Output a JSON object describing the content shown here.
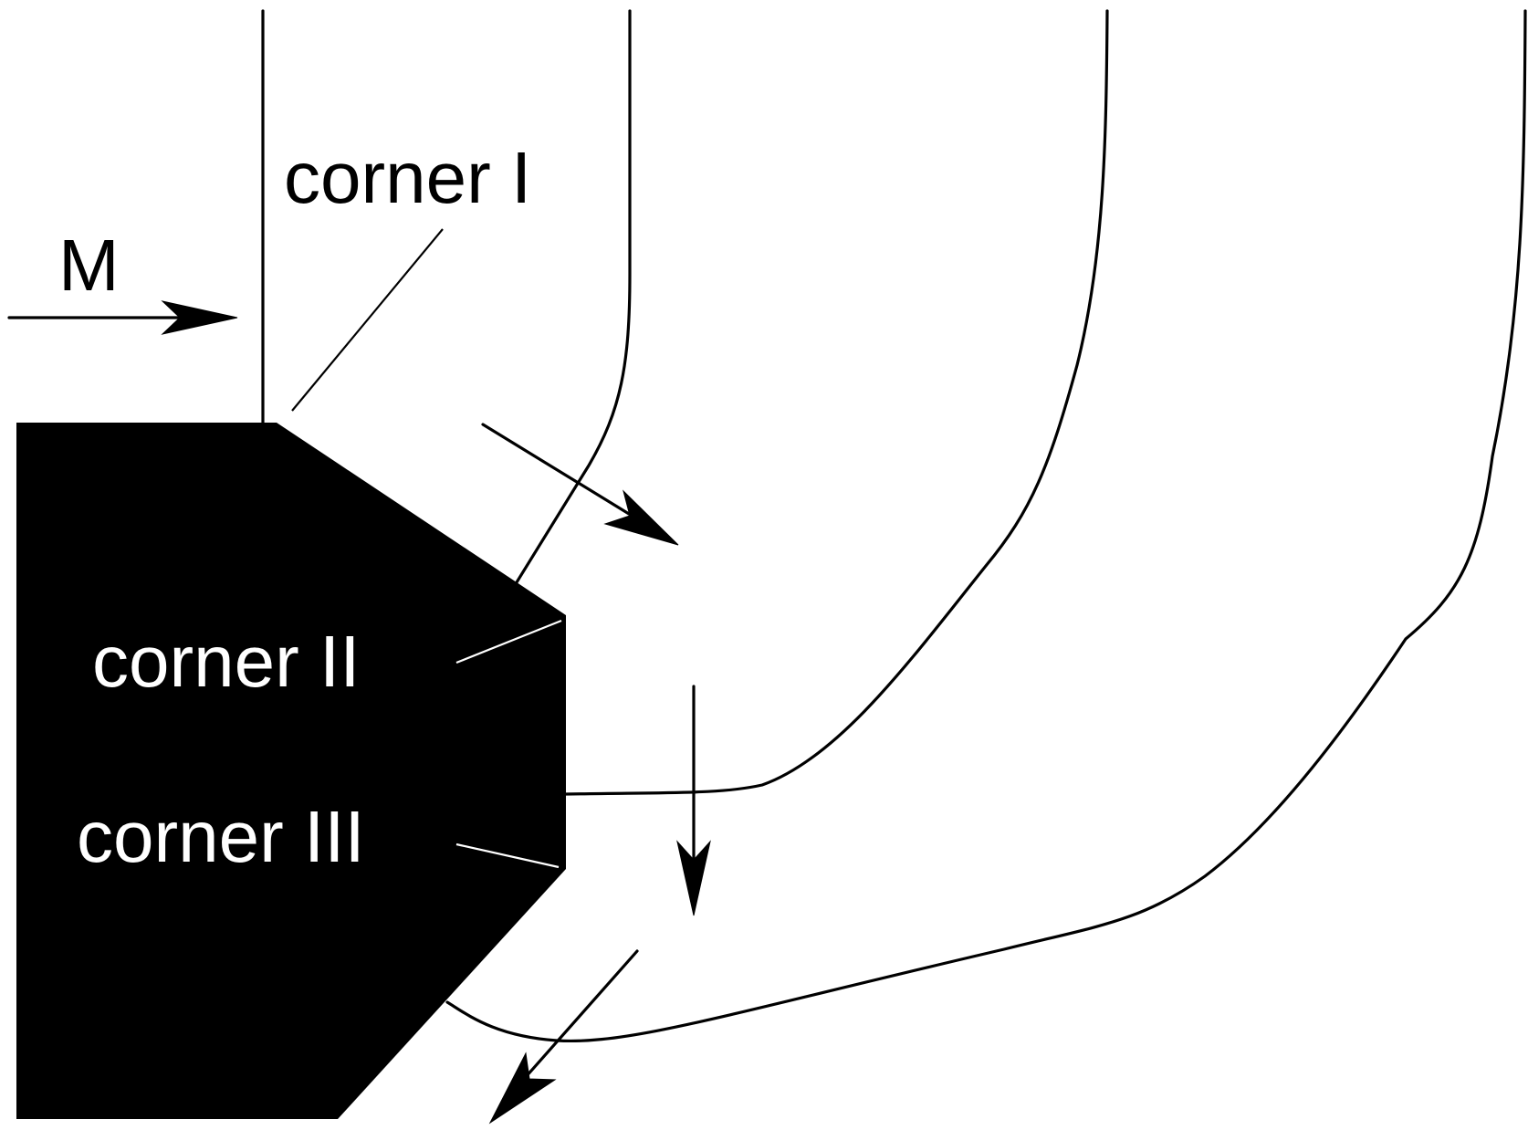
{
  "labels": {
    "m": "M",
    "corner_1": "corner I",
    "corner_2": "corner II",
    "corner_3": "corner III"
  },
  "colors": {
    "foreground": "#000000",
    "background": "#ffffff",
    "label_on_block": "#ffffff"
  }
}
